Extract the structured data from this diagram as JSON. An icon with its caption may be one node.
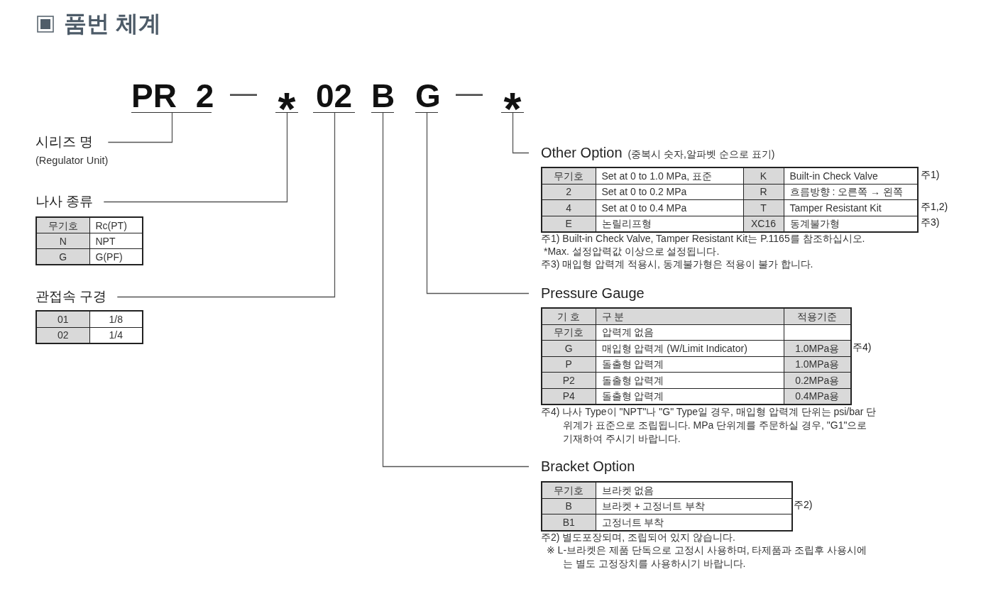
{
  "diagram": {
    "title": "품번 체계",
    "nodes": [
      {
        "text": [
          "PR 2"
        ]
      },
      {
        "text": [
          "*"
        ]
      },
      {
        "text": [
          "02"
        ]
      },
      {
        "text": [
          "B"
        ]
      },
      {
        "text": [
          "G"
        ]
      },
      {
        "text": [
          "*"
        ]
      },
      {
        "text": [
          "시리즈 명"
        ],
        "beside": [
          "(Regulator Unit)"
        ]
      },
      {
        "text": [
          "나사 종류"
        ]
      },
      {
        "text": [
          "관접속 구경"
        ]
      },
      {
        "text": [
          "Other Option"
        ],
        "beside": [
          "(중복시 숫자,알파벳 순으로 표기)"
        ]
      },
      {
        "text": [
          "Pressure Gauge"
        ]
      },
      {
        "text": [
          "Bracket Option"
        ]
      }
    ],
    "edges": [
      {
        "from": 0,
        "to": 6,
        "arrow": "none"
      },
      {
        "from": 1,
        "to": 7,
        "arrow": "none"
      },
      {
        "from": 2,
        "to": 8,
        "arrow": "none"
      },
      {
        "from": 3,
        "to": 11,
        "arrow": "none"
      },
      {
        "from": 4,
        "to": 10,
        "arrow": "none"
      },
      {
        "from": 5,
        "to": 9,
        "arrow": "none"
      }
    ],
    "labels": [
      "—",
      "—",
      "무기호",
      "Rc(PT)",
      "N",
      "NPT",
      "G",
      "G(PF)",
      "01",
      "1/8",
      "02",
      "1/4",
      "무기호",
      "Set at 0 to 1.0 MPa, 표준",
      "K",
      "Built-in Check Valve",
      "주1)",
      "2",
      "Set at 0 to 0.2 MPa",
      "R",
      "흐름방향 : 오른쪽 → 왼쪽",
      "4",
      "Set at 0 to 0.4 MPa",
      "T",
      "Tamper Resistant Kit",
      "주1,2)",
      "E",
      "논릴리프형",
      "XC16",
      "동계불가형",
      "주3)",
      "주1) Built-in Check Valve, Tamper Resistant Kit는 P.1165를 참조하십시오.",
      "*Max. 설정압력값 이상으로 설정됩니다.",
      "주3) 매입형 압력계 적용시, 동계불가형은 적용이 불가 합니다.",
      "기 호",
      "구 분",
      "적용기준",
      "무기호",
      "압력계 없음",
      "G",
      "매입형 압력계 (W/Limit Indicator)",
      "1.0MPa용",
      "주4)",
      "P",
      "돌출형 압력계",
      "1.0MPa용",
      "P2",
      "돌출형 압력계",
      "0.2MPa용",
      "P4",
      "돌출형 압력계",
      "0.4MPa용",
      "주4) 나사 Type이 \"NPT\"나 \"G\" Type일 경우, 매입형 압력계 단위는 psi/bar 단위계가 표준으로 조립됩니다. MPa 단위계를 주문하실 경우, \"G1\"으로 기재하여 주시기 바랍니다.",
      "무기호",
      "브라켓 없음",
      "B",
      "브라켓 + 고정너트 부착",
      "주2)",
      "B1",
      "고정너트 부착",
      "주2) 별도포장되며, 조립되어 있지 않습니다.",
      "※ L-브라켓은 제품 단독으로 고정시 사용하며, 타제품과 조립후 사용시에는 별도 고정장치를 사용하시기 바랍니다."
    ]
  }
}
